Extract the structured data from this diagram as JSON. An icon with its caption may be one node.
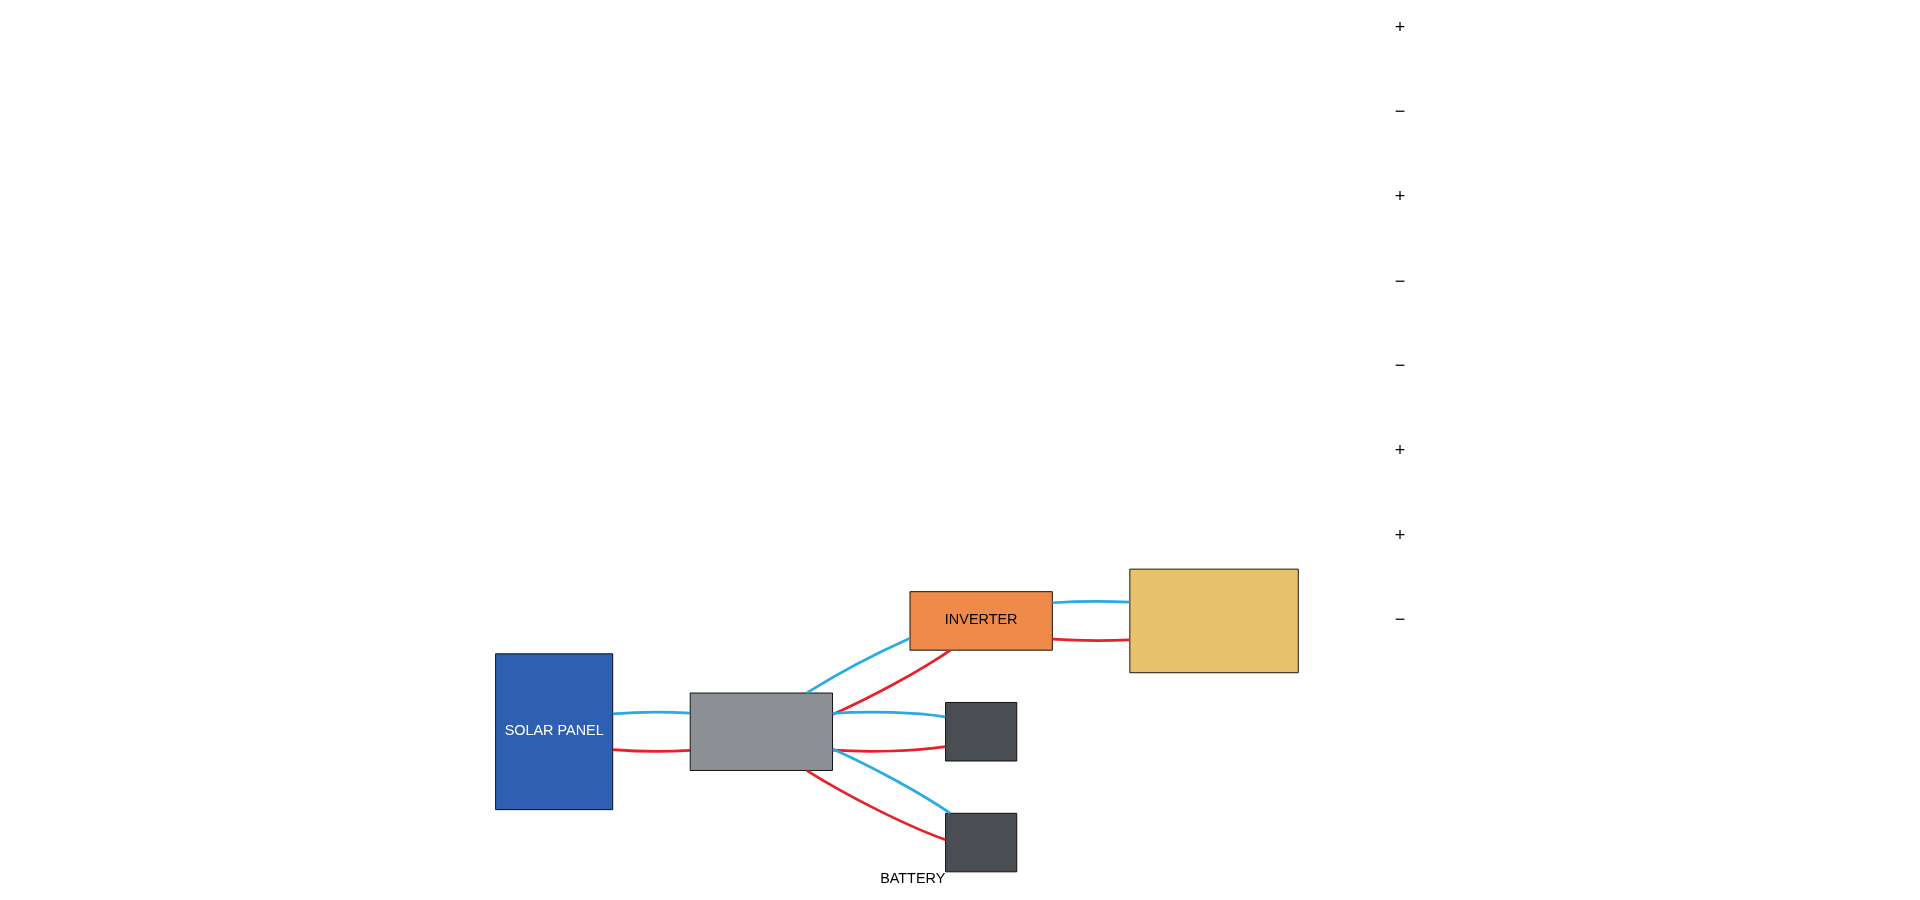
{
  "diagram": {
    "nodes": [
      {
        "text": [
          "SOLAR PANEL"
        ]
      },
      {
        "text": [
          "INVERTER"
        ]
      },
      {
        "text": [],
        "shape": "box"
      },
      {
        "text": [],
        "shape": "box"
      },
      {
        "text": [],
        "shape": "box",
        "beside": [
          "BATTERY"
        ]
      },
      {
        "text": [],
        "shape": "box"
      }
    ],
    "edges": [
      {
        "from": 0,
        "to": 2,
        "arrow": "none",
        "color": "#e8202a"
      },
      {
        "from": 0,
        "to": 2,
        "arrow": "none",
        "color": "#29abe2"
      },
      {
        "from": 2,
        "to": 3,
        "arrow": "none",
        "color": "#e8202a"
      },
      {
        "from": 2,
        "to": 4,
        "arrow": "none",
        "color": "#e8202a"
      },
      {
        "from": 2,
        "to": 1,
        "arrow": "none",
        "color": "#e8202a"
      },
      {
        "from": 2,
        "to": 3,
        "arrow": "none",
        "color": "#29abe2"
      },
      {
        "from": 2,
        "to": 4,
        "arrow": "none",
        "color": "#29abe2"
      },
      {
        "from": 2,
        "to": 1,
        "arrow": "none",
        "color": "#29abe2"
      },
      {
        "from": 1,
        "to": 5,
        "arrow": "none",
        "color": "#e8202a"
      },
      {
        "from": 1,
        "to": 5,
        "arrow": "none",
        "color": "#29abe2"
      }
    ],
    "labels": [
      "−",
      "+",
      "+",
      "−",
      "−",
      "+",
      "−",
      "+"
    ]
  }
}
